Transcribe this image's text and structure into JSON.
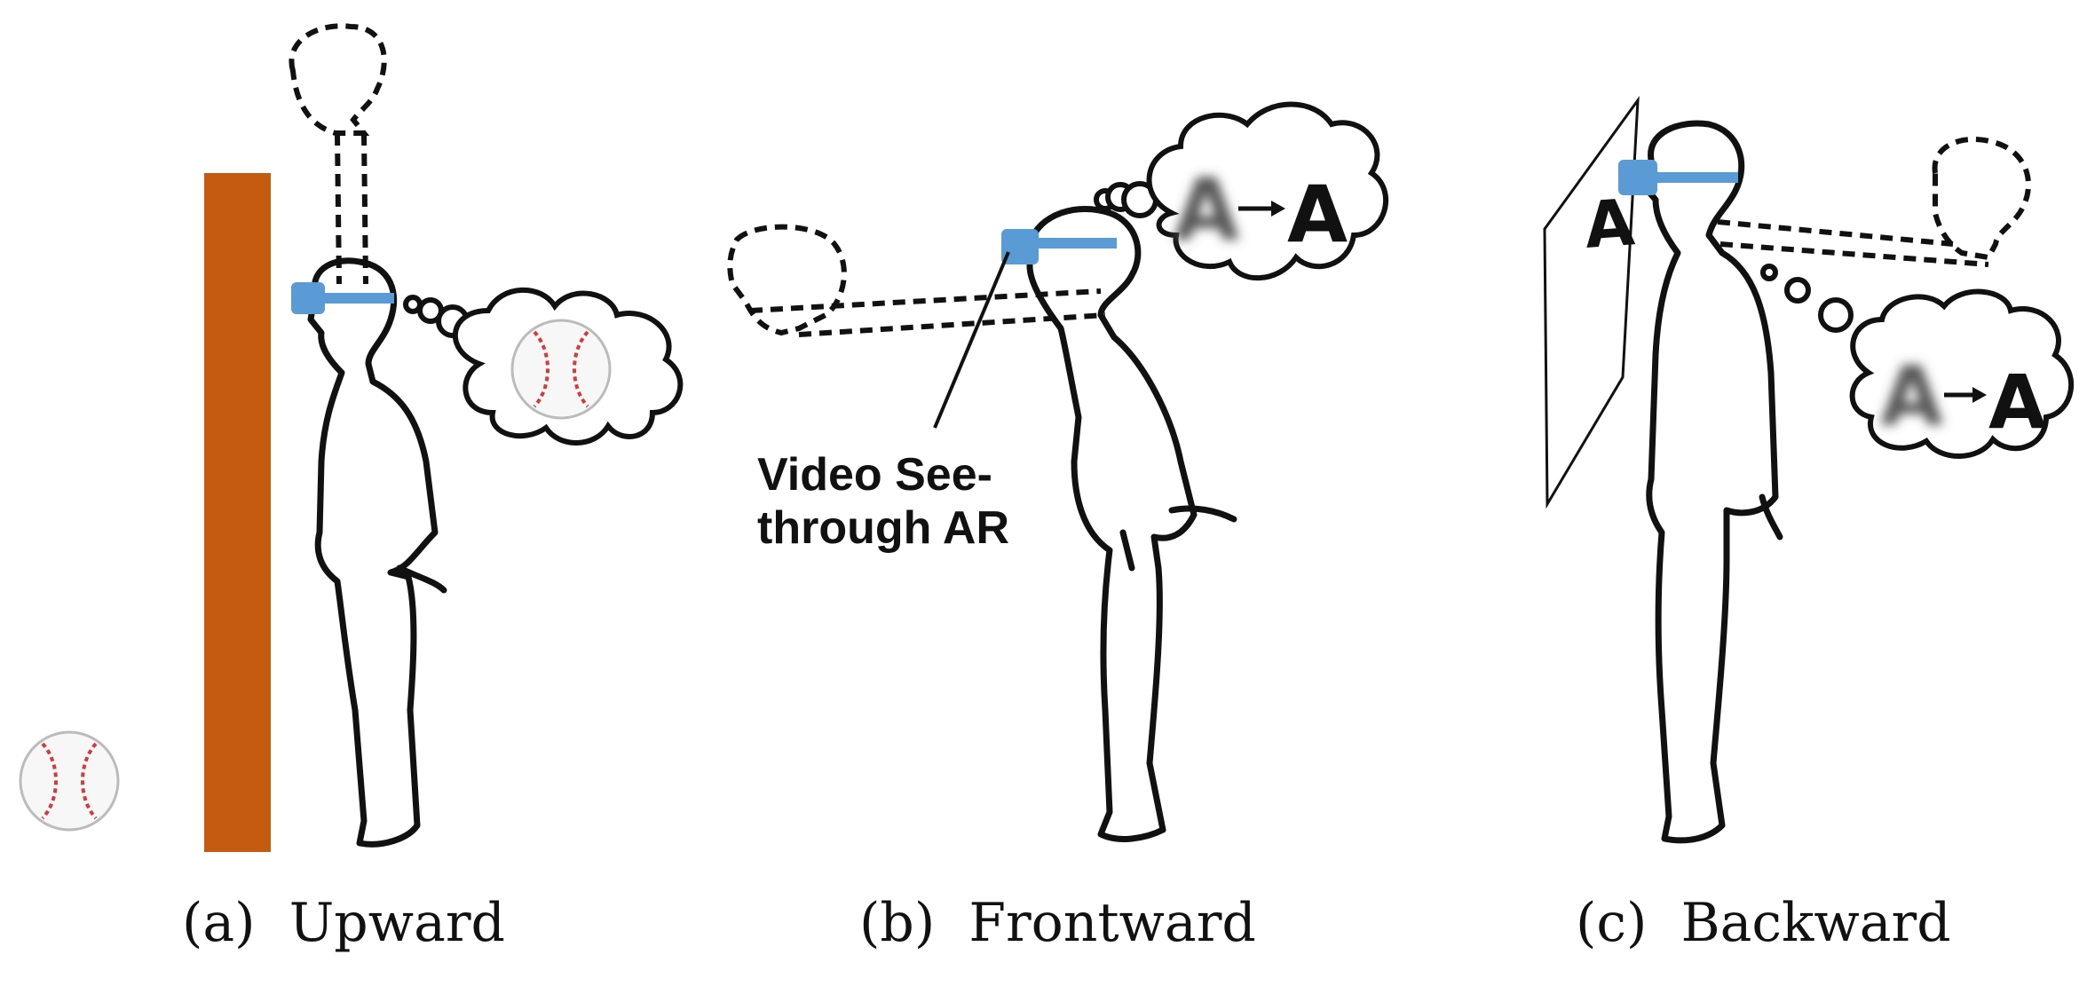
{
  "captions": {
    "a": "(a)  Upward",
    "b": "(b)  Frontward",
    "c": "(c)  Backward"
  },
  "ar_label": {
    "line1": "Video See-",
    "line2": "through AR"
  },
  "thought_letters": {
    "blurred": "A",
    "sharp": "A"
  },
  "screen_letter": "A",
  "colors": {
    "wall": "#c55a11",
    "headset": "#5b9bd5",
    "outline": "#111111"
  },
  "icons": [
    "baseball-icon",
    "headset-icon",
    "thought-bubble-icon",
    "arrow-right-icon"
  ]
}
